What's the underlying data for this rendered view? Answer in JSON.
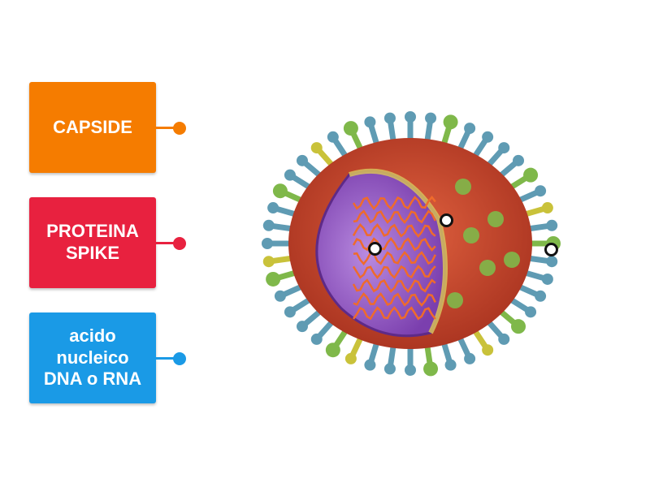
{
  "labels": [
    {
      "text": "CAPSIDE",
      "color": "#f57c00"
    },
    {
      "text": "PROTEINA SPIKE",
      "color": "#e8213f"
    },
    {
      "text": "acido nucleico DNA o RNA",
      "color": "#1a9ae6"
    }
  ],
  "colors": {
    "envelope": "#c9452e",
    "capsid": "#9b5fc4",
    "spike_blue": "#5f9bb3",
    "spike_green": "#7fb84a",
    "spike_yellow": "#c9c23a",
    "rna": "#ef6b2b"
  }
}
